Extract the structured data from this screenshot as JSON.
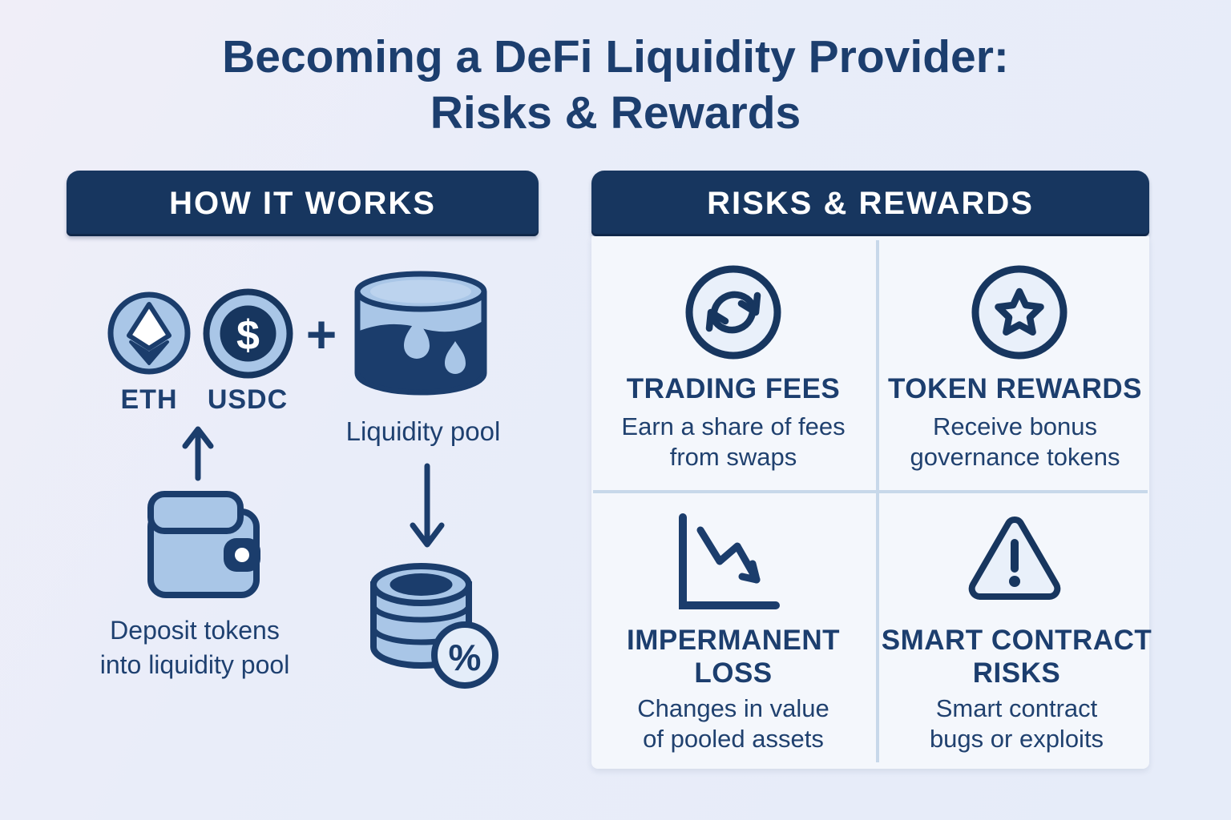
{
  "title": {
    "lines": [
      "Becoming a DeFi Liquidity Provider:",
      "Risks & Rewards"
    ]
  },
  "colors": {
    "navy_header": "#17365f",
    "navy_icon": "#1b3d6c",
    "text_navy": "#1e4070",
    "light_blue": "#a9c6e7",
    "icon_light_fill": "#e9f0fa",
    "panel_bg": "#f4f7fc",
    "page_bg": "#e9edf9",
    "divider": "#c7d8ea"
  },
  "icons": {
    "eth": "eth-coin-icon",
    "usdc": "usdc-coin-icon",
    "pool": "liquidity-pool-icon",
    "wallet": "wallet-icon",
    "coin_stack": "coin-stack-percent-icon",
    "up_arrow": "up-arrow-icon",
    "down_arrow": "down-arrow-icon",
    "trading_fees": "cycle-arrows-icon",
    "token_rewards": "star-badge-icon",
    "impermanent_loss": "declining-chart-icon",
    "smart_contract": "warning-triangle-icon"
  },
  "how_it_works": {
    "header": "HOW IT WORKS",
    "token1_label": "ETH",
    "token2_label": "USDC",
    "plus": "+",
    "pool_label": "Liquidity pool",
    "percent_symbol": "%",
    "usdc_symbol": "$",
    "deposit_caption_lines": [
      "Deposit tokens",
      "into liquidity pool"
    ]
  },
  "risks_rewards": {
    "header": "RISKS & REWARDS",
    "quadrants": [
      {
        "icon": "cycle-arrows-icon",
        "title_lines": [
          "TRADING FEES"
        ],
        "desc_lines": [
          "Earn a share of fees",
          "from swaps"
        ]
      },
      {
        "icon": "star-badge-icon",
        "title_lines": [
          "TOKEN REWARDS"
        ],
        "desc_lines": [
          "Receive bonus",
          "governance tokens"
        ]
      },
      {
        "icon": "declining-chart-icon",
        "title_lines": [
          "IMPERMANENT",
          "LOSS"
        ],
        "desc_lines": [
          "Changes in value",
          "of pooled assets"
        ]
      },
      {
        "icon": "warning-triangle-icon",
        "title_lines": [
          "SMART CONTRACT",
          "RISKS"
        ],
        "desc_lines": [
          "Smart contract",
          "bugs or exploits"
        ]
      }
    ]
  }
}
